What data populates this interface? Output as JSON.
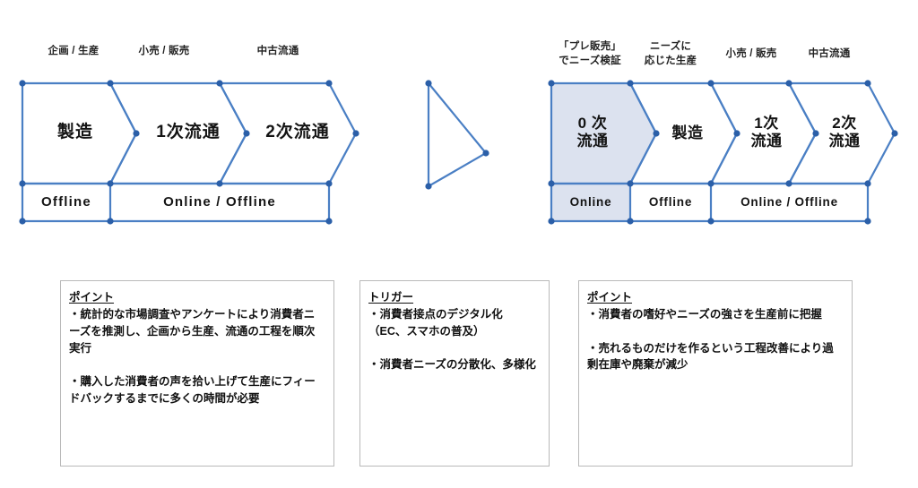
{
  "diagram": {
    "title_hidden": "",
    "colors": {
      "stroke": "#4a7fc4",
      "vertex": "#2b5fa8",
      "tint_fill": "#dce2ef",
      "plain_fill": "#ffffff",
      "note_border": "#b9b9b9",
      "text": "#141414"
    },
    "left_flow": {
      "stage_labels": [
        {
          "text": "企画 / 生産"
        },
        {
          "text": "小売 / 販売"
        },
        {
          "text": "中古流通"
        }
      ],
      "blocks": [
        {
          "label": "製造",
          "tinted": false
        },
        {
          "label": "1次流通",
          "tinted": false
        },
        {
          "label": "2次流通",
          "tinted": false
        }
      ],
      "bands": [
        {
          "label": "Offline",
          "tinted": false
        },
        {
          "label": "Online / Offline",
          "tinted": false
        }
      ]
    },
    "transition_arrow": {
      "name": "triangle-arrow"
    },
    "right_flow": {
      "stage_labels": [
        {
          "text": "「プレ販売」\nでニーズ検証"
        },
        {
          "text": "ニーズに\n応じた生産"
        },
        {
          "text": "小売 / 販売"
        },
        {
          "text": "中古流通"
        }
      ],
      "blocks": [
        {
          "label": "0 次\n流通",
          "tinted": true
        },
        {
          "label": "製造",
          "tinted": false
        },
        {
          "label": "1次\n流通",
          "tinted": false
        },
        {
          "label": "2次\n流通",
          "tinted": false
        }
      ],
      "bands": [
        {
          "label": "Online",
          "tinted": true
        },
        {
          "label": "Offline",
          "tinted": false
        },
        {
          "label": "Online / Offline",
          "tinted": false
        }
      ]
    },
    "notes": [
      {
        "title": "ポイント",
        "body": "・統計的な市場調査やアンケートにより消費者ニーズを推測し、企画から生産、流通の工程を順次実行\n\n・購入した消費者の声を拾い上げて生産にフィードバックするまでに多くの時間が必要"
      },
      {
        "title": "トリガー",
        "body": "・消費者接点のデジタル化\n（EC、スマホの普及）\n\n・消費者ニーズの分散化、多様化"
      },
      {
        "title": "ポイント",
        "body": "・消費者の嗜好やニーズの強さを生産前に把握\n\n・売れるものだけを作るという工程改善により過剰在庫や廃棄が減少"
      }
    ]
  }
}
